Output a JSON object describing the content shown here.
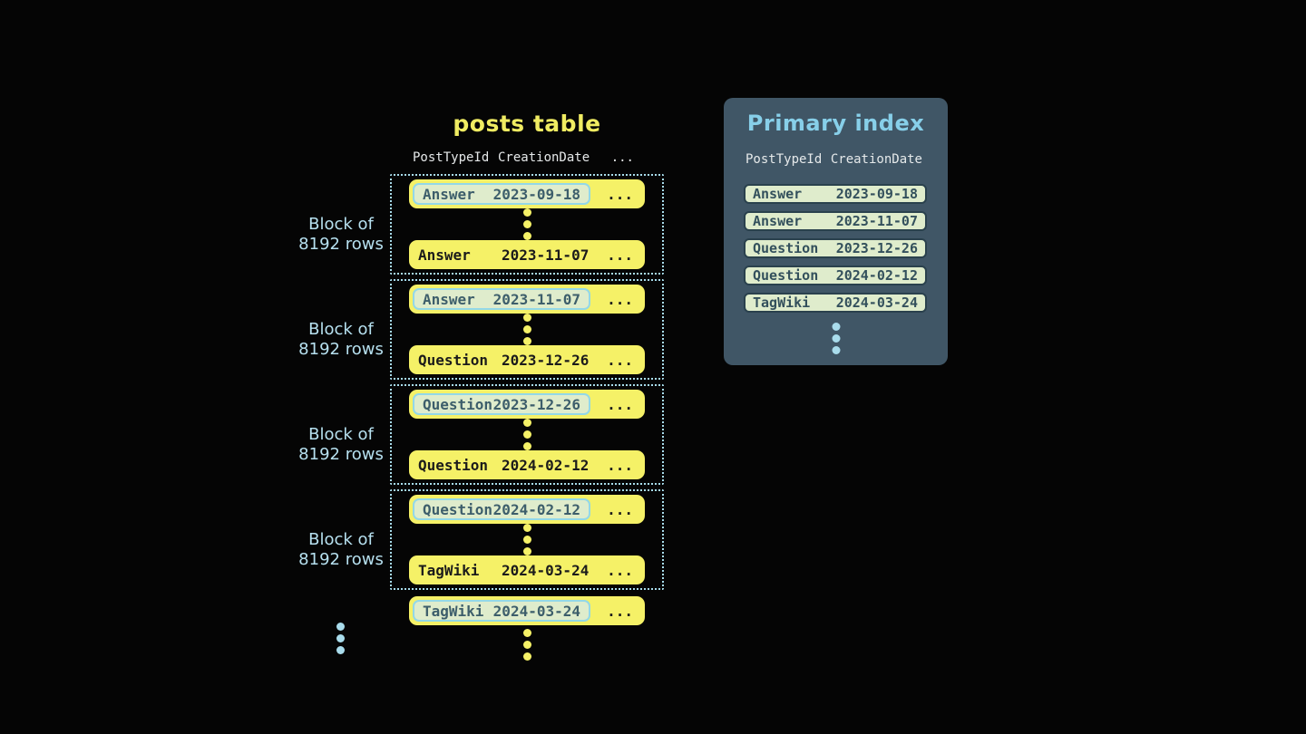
{
  "colors": {
    "background": "#050505",
    "row_yellow": "#f5f167",
    "highlight_green": "#dfeccc",
    "highlight_cyan_border": "#93d8e8",
    "index_pill_border": "#2a414d",
    "slate_text": "#3d5e6b",
    "panel_background": "#405666",
    "panel_title_blue": "#87cfe9",
    "accent_blue": "#a9dcec",
    "title_yellow": "#f0ec62"
  },
  "posts_table": {
    "title": "posts table",
    "headers": {
      "type": "PostTypeId",
      "date": "CreationDate",
      "more": "..."
    },
    "block_label": {
      "line1": "Block of",
      "line2": "8192 rows"
    },
    "ellipsis": "...",
    "blocks": [
      {
        "first": {
          "type": "Answer",
          "date": "2023-09-18"
        },
        "last": {
          "type": "Answer",
          "date": "2023-11-07"
        }
      },
      {
        "first": {
          "type": "Answer",
          "date": "2023-11-07"
        },
        "last": {
          "type": "Question",
          "date": "2023-12-26"
        }
      },
      {
        "first": {
          "type": "Question",
          "date": "2023-12-26"
        },
        "last": {
          "type": "Question",
          "date": "2024-02-12"
        }
      },
      {
        "first": {
          "type": "Question",
          "date": "2024-02-12"
        },
        "last": {
          "type": "TagWiki",
          "date": "2024-03-24"
        }
      }
    ],
    "overflow_row": {
      "type": "TagWiki",
      "date": "2024-03-24"
    }
  },
  "primary_index": {
    "title": "Primary index",
    "headers": {
      "type": "PostTypeId",
      "date": "CreationDate"
    },
    "entries": [
      {
        "type": "Answer",
        "date": "2023-09-18"
      },
      {
        "type": "Answer",
        "date": "2023-11-07"
      },
      {
        "type": "Question",
        "date": "2023-12-26"
      },
      {
        "type": "Question",
        "date": "2024-02-12"
      },
      {
        "type": "TagWiki",
        "date": "2024-03-24"
      }
    ]
  }
}
